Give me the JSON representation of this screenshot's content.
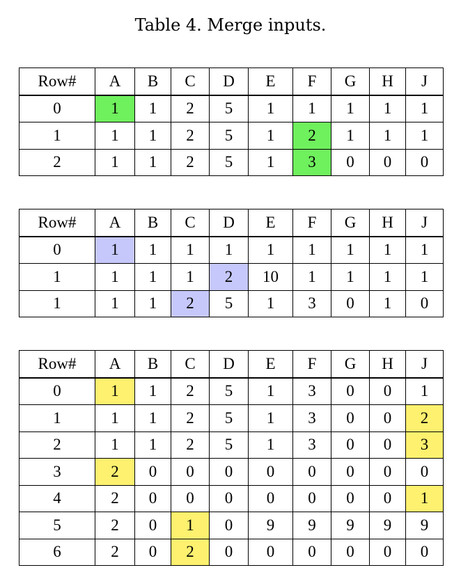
{
  "caption": "Table 4.  Merge inputs.",
  "colors": {
    "green": "#6ff05d",
    "blue": "#c6c8fb",
    "yellow": "#fdf16f"
  },
  "tables": [
    {
      "header": [
        "Row#",
        "A",
        "B",
        "C",
        "D",
        "E",
        "F",
        "G",
        "H",
        "J"
      ],
      "rows": [
        [
          "0",
          "1",
          "1",
          "2",
          "5",
          "1",
          "1",
          "1",
          "1",
          "1"
        ],
        [
          "1",
          "1",
          "1",
          "2",
          "5",
          "1",
          "2",
          "1",
          "1",
          "1"
        ],
        [
          "2",
          "1",
          "1",
          "2",
          "5",
          "1",
          "3",
          "0",
          "0",
          "0"
        ]
      ],
      "highlight_color": "green",
      "highlighted_cells": [
        [
          0,
          "A"
        ],
        [
          1,
          "F"
        ],
        [
          2,
          "F"
        ]
      ]
    },
    {
      "header": [
        "Row#",
        "A",
        "B",
        "C",
        "D",
        "E",
        "F",
        "G",
        "H",
        "J"
      ],
      "rows": [
        [
          "0",
          "1",
          "1",
          "1",
          "1",
          "1",
          "1",
          "1",
          "1",
          "1"
        ],
        [
          "1",
          "1",
          "1",
          "1",
          "2",
          "10",
          "1",
          "1",
          "1",
          "1"
        ],
        [
          "1",
          "1",
          "1",
          "2",
          "5",
          "1",
          "3",
          "0",
          "1",
          "0"
        ]
      ],
      "highlight_color": "blue",
      "highlighted_cells": [
        [
          0,
          "A"
        ],
        [
          1,
          "D"
        ],
        [
          2,
          "C"
        ]
      ]
    },
    {
      "header": [
        "Row#",
        "A",
        "B",
        "C",
        "D",
        "E",
        "F",
        "G",
        "H",
        "J"
      ],
      "rows": [
        [
          "0",
          "1",
          "1",
          "2",
          "5",
          "1",
          "3",
          "0",
          "0",
          "1"
        ],
        [
          "1",
          "1",
          "1",
          "2",
          "5",
          "1",
          "3",
          "0",
          "0",
          "2"
        ],
        [
          "2",
          "1",
          "1",
          "2",
          "5",
          "1",
          "3",
          "0",
          "0",
          "3"
        ],
        [
          "3",
          "2",
          "0",
          "0",
          "0",
          "0",
          "0",
          "0",
          "0",
          "0"
        ],
        [
          "4",
          "2",
          "0",
          "0",
          "0",
          "0",
          "0",
          "0",
          "0",
          "1"
        ],
        [
          "5",
          "2",
          "0",
          "1",
          "0",
          "9",
          "9",
          "9",
          "9",
          "9"
        ],
        [
          "6",
          "2",
          "0",
          "2",
          "0",
          "0",
          "0",
          "0",
          "0",
          "0"
        ]
      ],
      "highlight_color": "yellow",
      "highlighted_cells": [
        [
          0,
          "A"
        ],
        [
          1,
          "J"
        ],
        [
          2,
          "J"
        ],
        [
          3,
          "A"
        ],
        [
          4,
          "J"
        ],
        [
          5,
          "C"
        ],
        [
          6,
          "C"
        ]
      ]
    }
  ]
}
